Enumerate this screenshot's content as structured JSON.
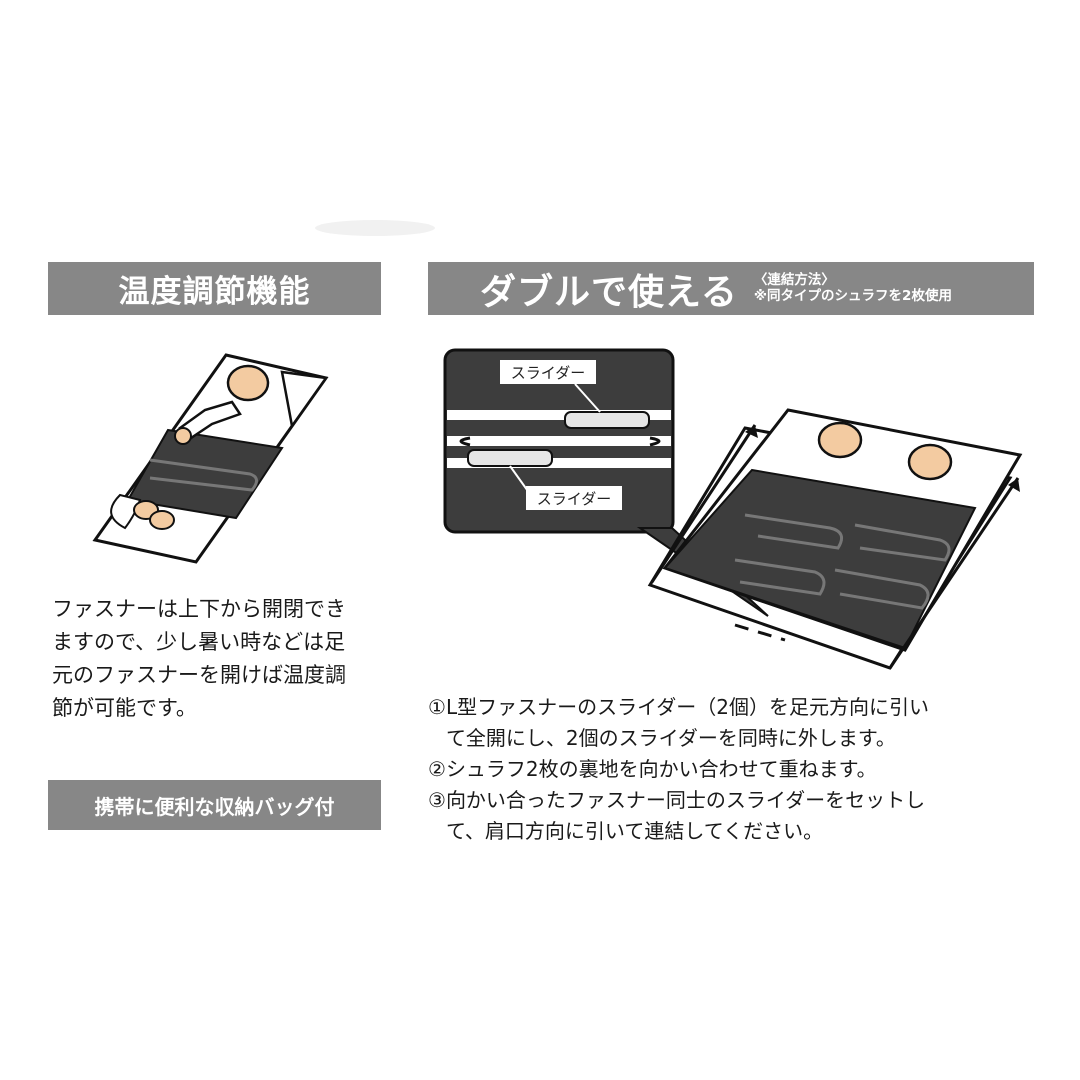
{
  "section_temperature": {
    "title": "温度調節機能",
    "description": "ファスナーは上下から開閉でき\nますので、少し暑い時などは足\n元のファスナーを開けば温度調\n節が可能です。"
  },
  "section_double": {
    "title": "ダブルで使える",
    "sub_line1": "〈連結方法〉",
    "sub_line2": "※同タイプのシュラフを2枚使用",
    "slider_label_top": "スライダー",
    "slider_label_bottom": "スライダー",
    "steps": [
      {
        "num": "①",
        "text": "L型ファスナーのスライダー（2個）を足元方向に引い\nて全開にし、2個のスライダーを同時に外します。"
      },
      {
        "num": "②",
        "text": "シュラフ2枚の裏地を向かい合わせて重ねます。"
      },
      {
        "num": "③",
        "text": "向かい合ったファスナー同士のスライダーをセットし\nて、肩口方向に引いて連結してください。"
      }
    ]
  },
  "section_bag": {
    "title": "携帯に便利な収納バッグ付"
  },
  "colors": {
    "banner": "#878787",
    "fabric_dark": "#3d3d3d",
    "skin": "#f3cba1"
  }
}
